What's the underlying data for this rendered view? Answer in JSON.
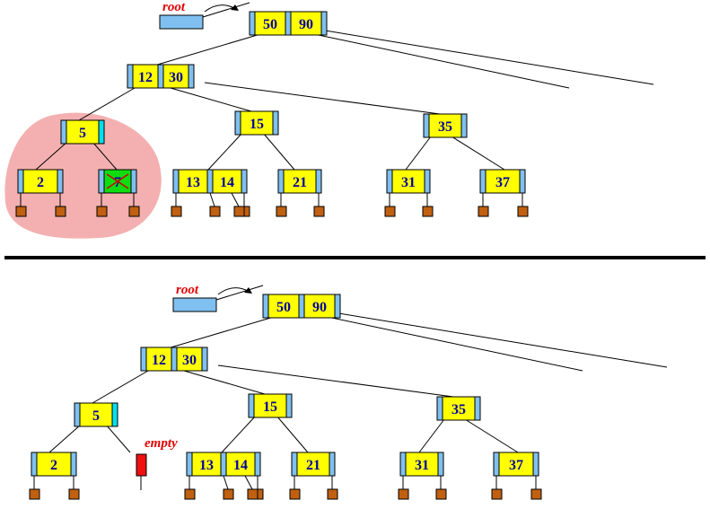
{
  "labels": {
    "root": "root",
    "empty": "empty"
  },
  "colors": {
    "node_blue": "#80c0f0",
    "key_yellow": "#ffff00",
    "key_green": "#10dd10",
    "slot_cyan": "#00e0f0",
    "leaf_brown": "#c06010",
    "empty_red": "#ee1010",
    "highlight_pink": "#f4b0b0",
    "key_text": "#0000a0",
    "label_text": "#e00000"
  },
  "panels": [
    {
      "name": "before-delete",
      "root_keys": [
        "50",
        "90"
      ],
      "level1_keys": [
        "12",
        "30"
      ],
      "level2": [
        {
          "keys": [
            "5"
          ]
        },
        {
          "keys": [
            "15"
          ]
        },
        {
          "keys": [
            "35"
          ]
        }
      ],
      "level3": [
        {
          "keys": [
            "2"
          ]
        },
        {
          "keys": [
            "7"
          ],
          "deleted": true
        },
        {
          "keys": [
            "13",
            "14"
          ]
        },
        {
          "keys": [
            "21"
          ]
        },
        {
          "keys": [
            "31"
          ]
        },
        {
          "keys": [
            "37"
          ]
        }
      ]
    },
    {
      "name": "after-delete",
      "root_keys": [
        "50",
        "90"
      ],
      "level1_keys": [
        "12",
        "30"
      ],
      "level2": [
        {
          "keys": [
            "5"
          ]
        },
        {
          "keys": [
            "15"
          ]
        },
        {
          "keys": [
            "35"
          ]
        }
      ],
      "level3": [
        {
          "keys": [
            "2"
          ]
        },
        {
          "empty": true
        },
        {
          "keys": [
            "13",
            "14"
          ]
        },
        {
          "keys": [
            "21"
          ]
        },
        {
          "keys": [
            "31"
          ]
        },
        {
          "keys": [
            "37"
          ]
        }
      ]
    }
  ]
}
